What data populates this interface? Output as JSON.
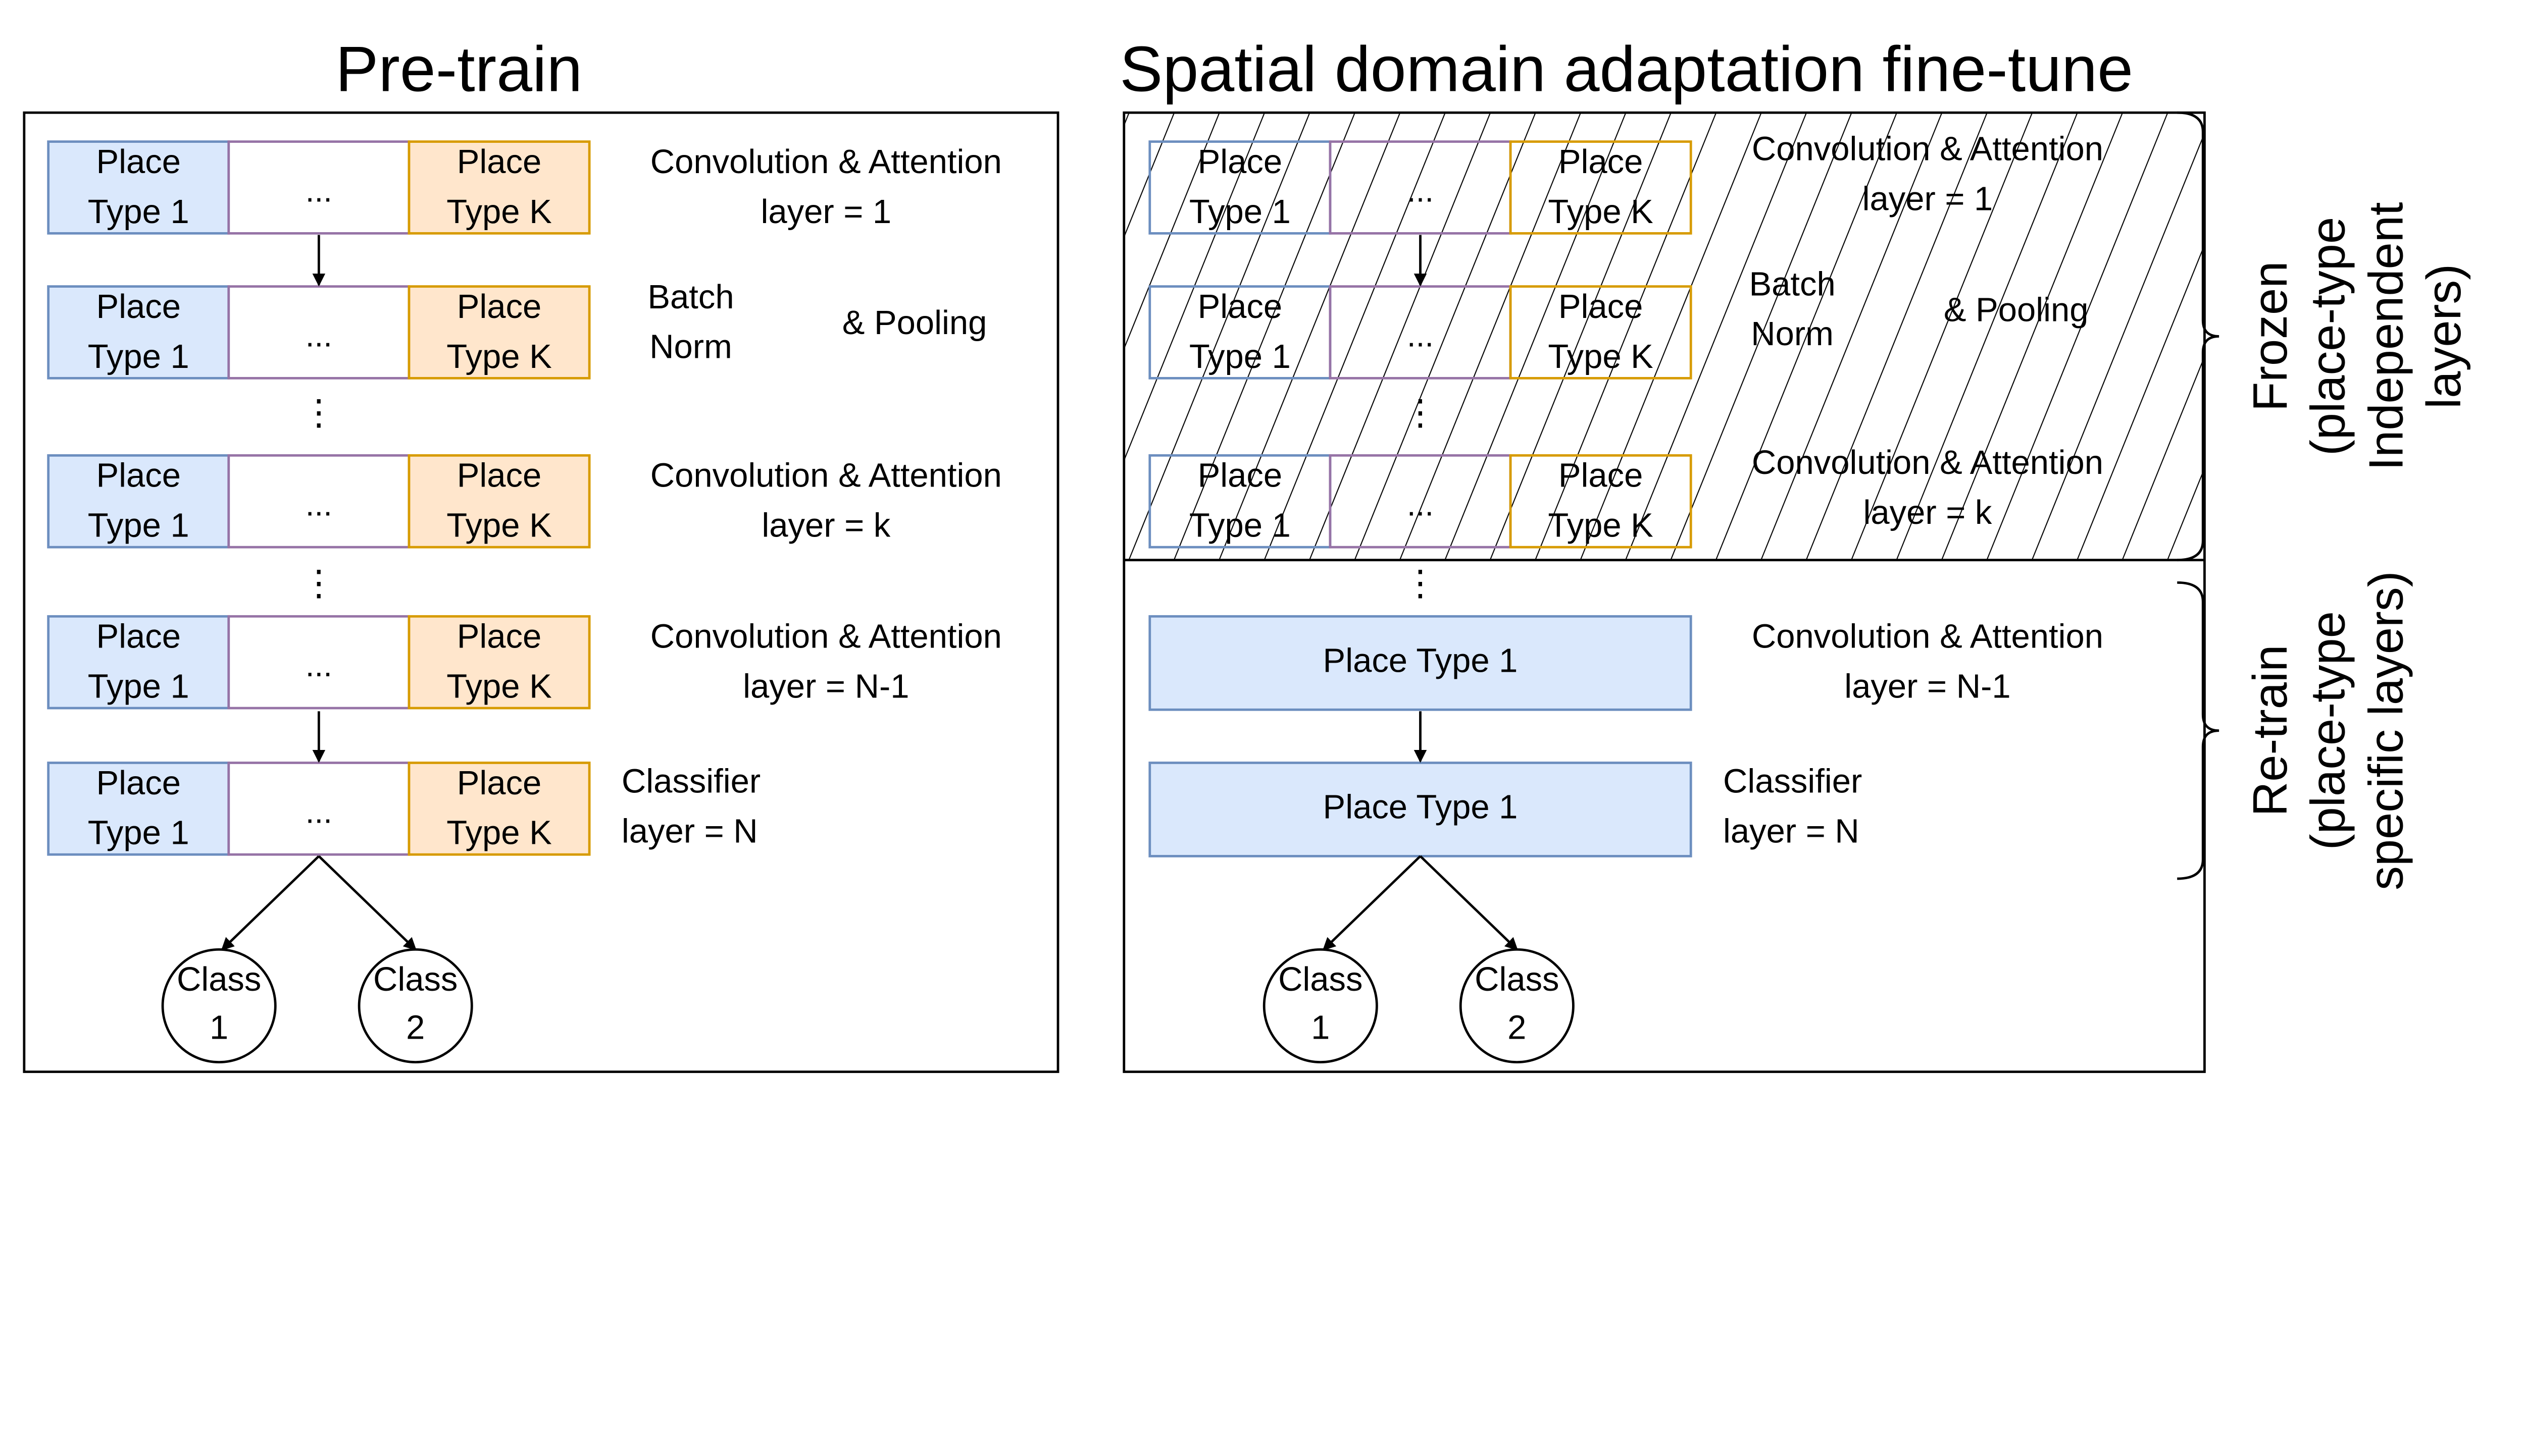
{
  "pretrain": {
    "title": "Pre-train",
    "rows": [
      {
        "left": [
          "Place",
          "Type 1"
        ],
        "mid": "...",
        "right": [
          "Place",
          "Type K"
        ],
        "label": [
          "Convolution & Attention",
          "layer = 1"
        ]
      },
      {
        "left": [
          "Place",
          "Type 1"
        ],
        "mid": "...",
        "right": [
          "Place",
          "Type K"
        ],
        "label": [
          "Batch",
          "Norm",
          "&  Pooling"
        ]
      },
      {
        "left": [
          "Place",
          "Type 1"
        ],
        "mid": "...",
        "right": [
          "Place",
          "Type K"
        ],
        "label": [
          "Convolution & Attention",
          "layer = k"
        ]
      },
      {
        "left": [
          "Place",
          "Type 1"
        ],
        "mid": "...",
        "right": [
          "Place",
          "Type K"
        ],
        "label": [
          "Convolution & Attention",
          "layer = N-1"
        ]
      },
      {
        "left": [
          "Place",
          "Type 1"
        ],
        "mid": "...",
        "right": [
          "Place",
          "Type K"
        ],
        "label": [
          "Classifier",
          "layer = N"
        ]
      }
    ],
    "classes": [
      [
        "Class",
        "1"
      ],
      [
        "Class",
        "2"
      ]
    ]
  },
  "finetune": {
    "title": "Spatial domain adaptation fine-tune",
    "frozen_rows": [
      {
        "left": [
          "Place",
          "Type 1"
        ],
        "mid": "...",
        "right": [
          "Place",
          "Type K"
        ],
        "label": [
          "Convolution & Attention",
          "layer = 1"
        ]
      },
      {
        "left": [
          "Place",
          "Type 1"
        ],
        "mid": "...",
        "right": [
          "Place",
          "Type K"
        ],
        "label": [
          "Batch",
          "Norm",
          "&  Pooling"
        ]
      },
      {
        "left": [
          "Place",
          "Type 1"
        ],
        "mid": "...",
        "right": [
          "Place",
          "Type K"
        ],
        "label": [
          "Convolution & Attention",
          "layer = k"
        ]
      }
    ],
    "retrain_rows": [
      {
        "box": "Place Type 1",
        "label": [
          "Convolution & Attention",
          "layer = N-1"
        ]
      },
      {
        "box": "Place Type 1",
        "label": [
          "Classifier",
          "layer = N"
        ]
      }
    ],
    "classes": [
      [
        "Class",
        "1"
      ],
      [
        "Class",
        "2"
      ]
    ],
    "frozen_brace_label": [
      "Frozen",
      "(place-type",
      "Independent",
      "layers)"
    ],
    "retrain_brace_label": [
      "Re-train",
      "(place-type",
      "specific layers)"
    ]
  },
  "vertical_ellipsis": "⋮",
  "colors": {
    "blue_fill": "#dae8fc",
    "blue_stroke": "#6c8ebf",
    "orange_fill": "#ffe6cc",
    "orange_stroke": "#d79b00",
    "purple_stroke": "#9673a6"
  }
}
